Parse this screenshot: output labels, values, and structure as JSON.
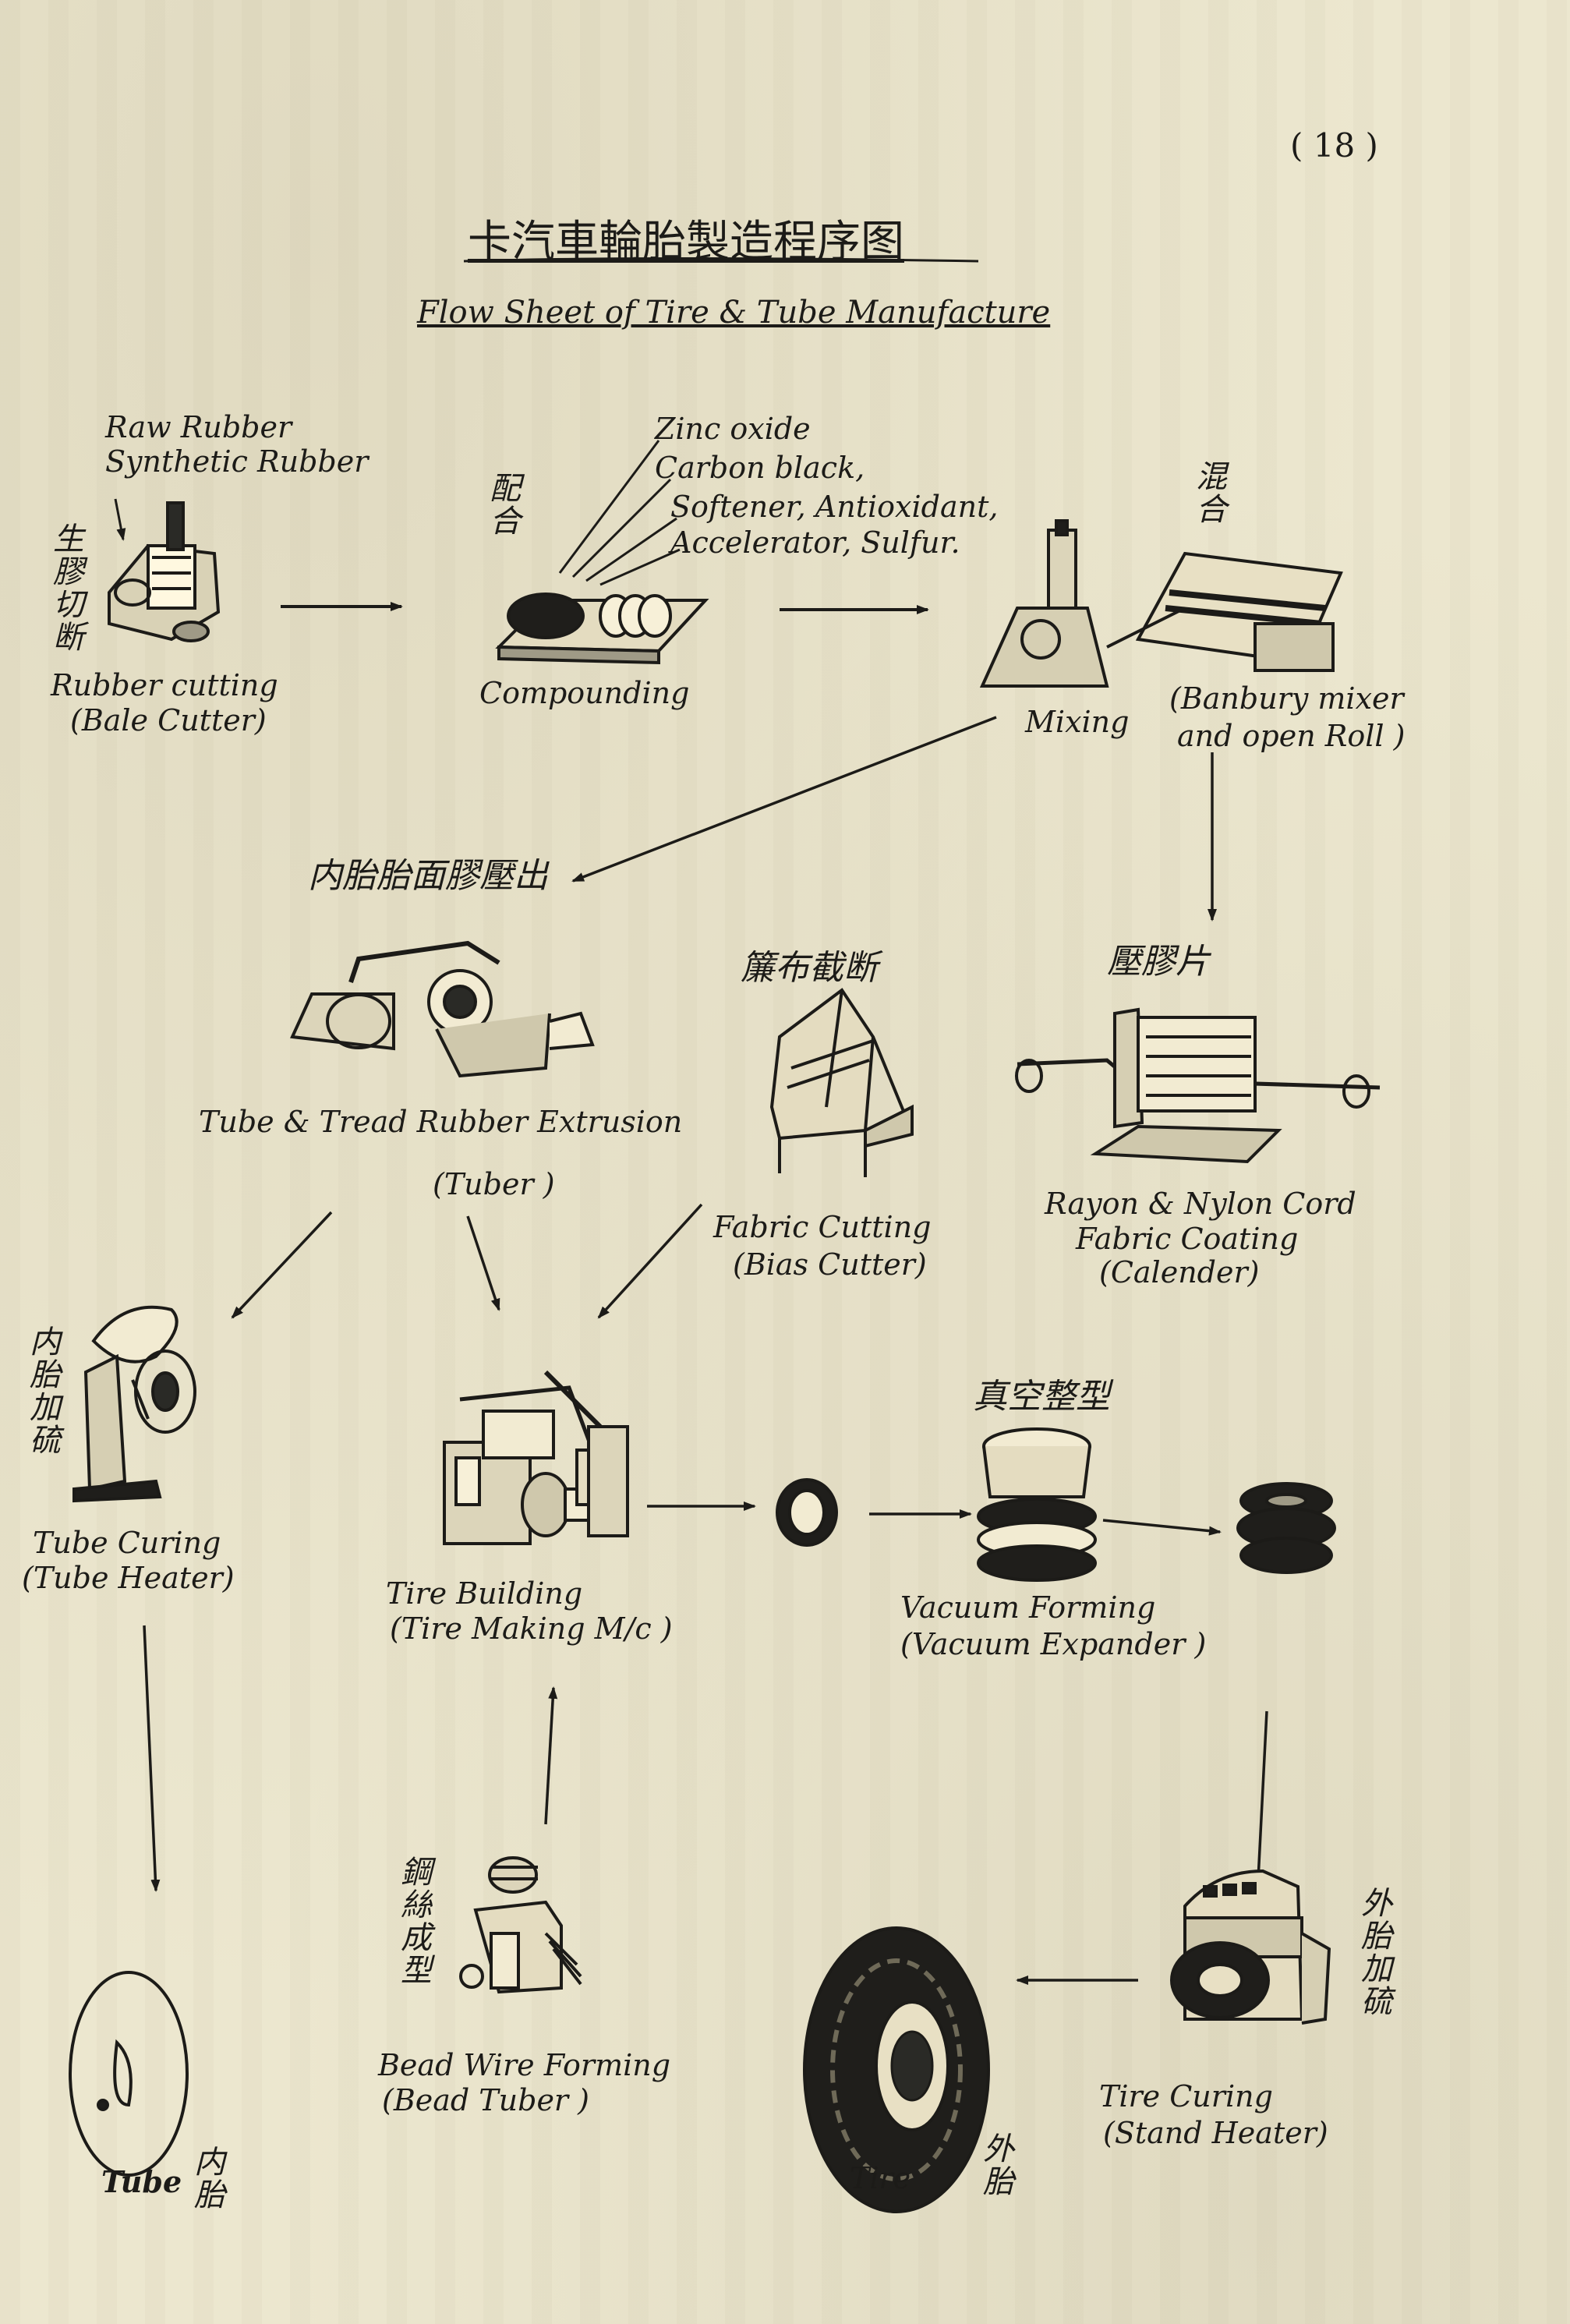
{
  "page_number": "( 18 )",
  "title_cn": "卡汽車輪胎製造程序图",
  "title_en": "Flow Sheet of Tire & Tube Manufacture",
  "steps": {
    "rubber_cutting": {
      "input": [
        "Raw Rubber",
        "Synthetic Rubber"
      ],
      "cn": "生膠切断",
      "lines": [
        "Rubber cutting",
        "(Bale Cutter)"
      ]
    },
    "compounding": {
      "cn": "配合",
      "ingredients": [
        "Zinc oxide",
        "Carbon black,",
        "Softener, Antioxidant,",
        "Accelerator, Sulfur."
      ],
      "lines": [
        "Compounding"
      ]
    },
    "mixing": {
      "cn": "混合",
      "lines": [
        "Mixing"
      ],
      "note": [
        "(Banbury mixer",
        "and open Roll )"
      ]
    },
    "extrusion": {
      "cn": "内胎胎面膠壓出",
      "lines": [
        "Tube & Tread Rubber Extrusion",
        "(Tuber )"
      ]
    },
    "fabric_cutting": {
      "cn": "簾布截断",
      "lines": [
        "Fabric   Cutting",
        "(Bias Cutter)"
      ]
    },
    "calender": {
      "cn": "壓膠片",
      "lines": [
        "Rayon & Nylon Cord",
        "Fabric Coating",
        "(Calender)"
      ]
    },
    "tube_curing": {
      "cn": "内胎加硫",
      "lines": [
        "Tube Curing",
        "(Tube Heater)"
      ]
    },
    "tire_building": {
      "lines": [
        "Tire Building",
        "(Tire Making M/c )"
      ]
    },
    "vacuum_forming": {
      "cn": "真空整型",
      "lines": [
        "Vacuum Forming",
        "(Vacuum Expander )"
      ]
    },
    "bead_wire": {
      "cn": "鋼絲成型",
      "lines": [
        "Bead Wire Forming",
        "(Bead Tuber )"
      ]
    },
    "tire_curing": {
      "cn": "外胎加硫",
      "lines": [
        "Tire Curing",
        "(Stand Heater)"
      ]
    },
    "tube": {
      "label": "Tube",
      "cn": "内胎"
    },
    "tire": {
      "label": "Tire",
      "cn": "外胎"
    }
  }
}
